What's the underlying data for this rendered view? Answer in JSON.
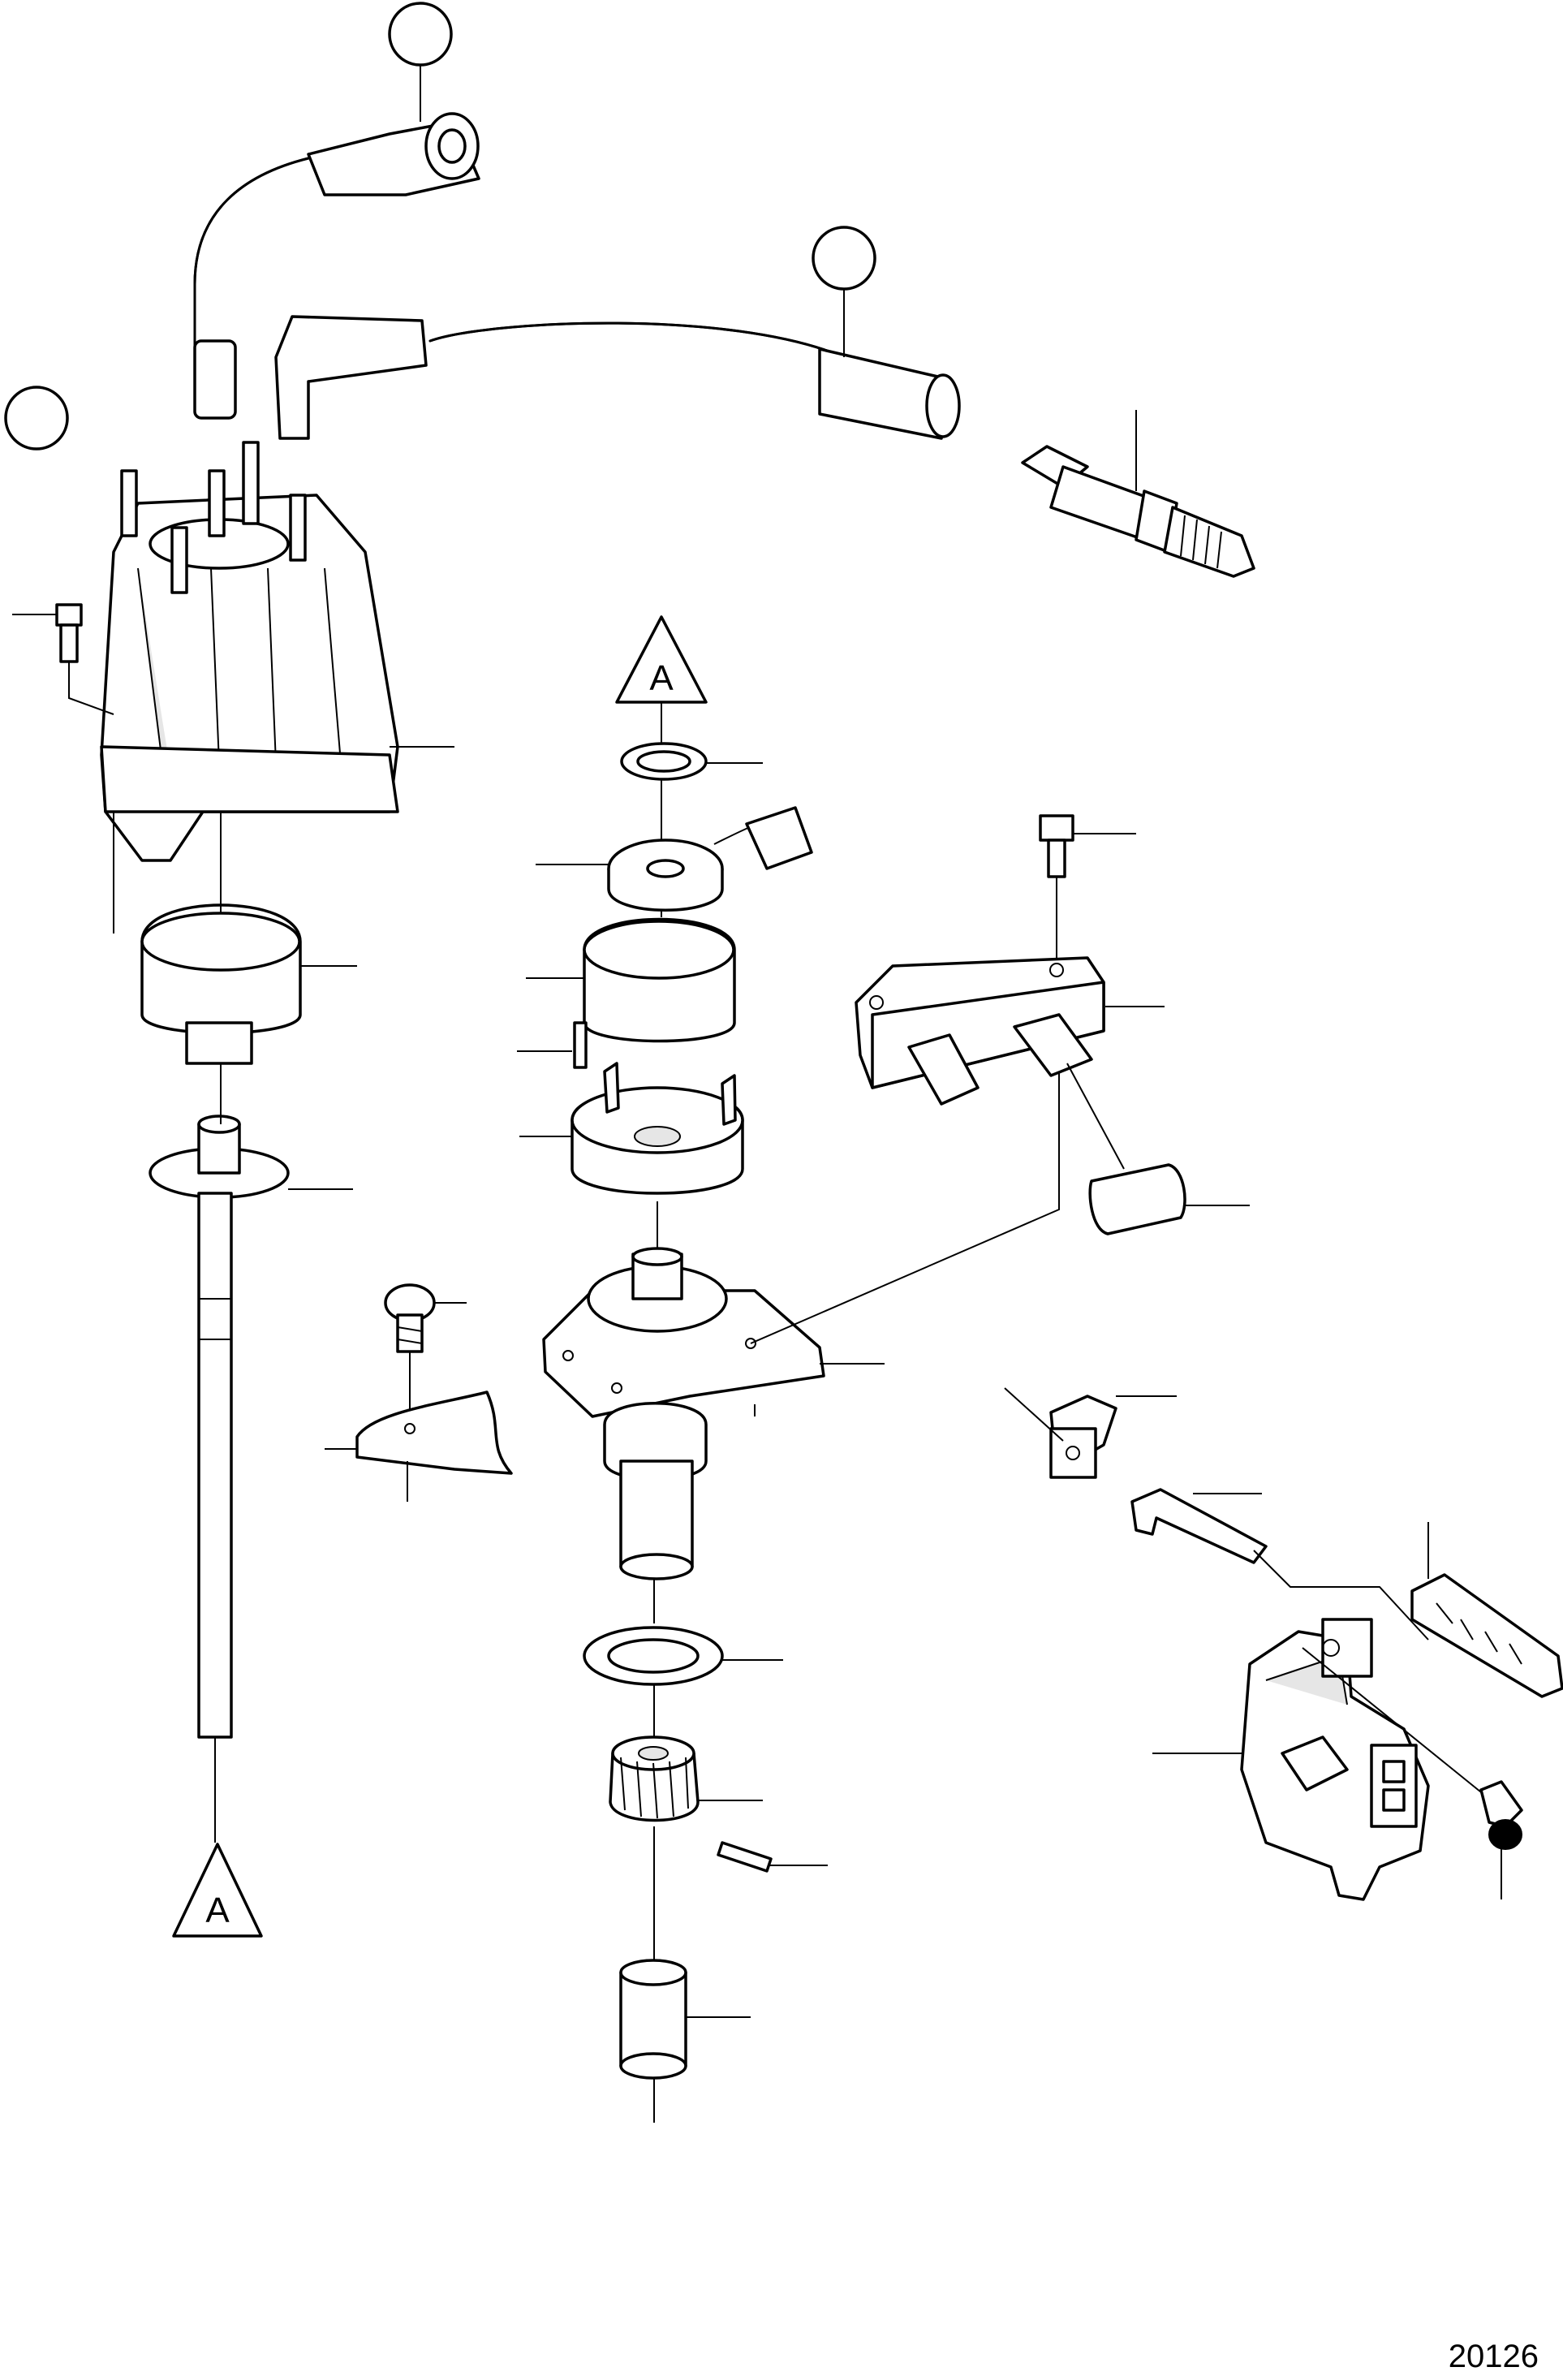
{
  "diagram": {
    "reference_markers": [
      {
        "id": "ref-a-top",
        "label": "A"
      },
      {
        "id": "ref-a-bottom",
        "label": "A"
      }
    ],
    "figure_number": "20126"
  }
}
